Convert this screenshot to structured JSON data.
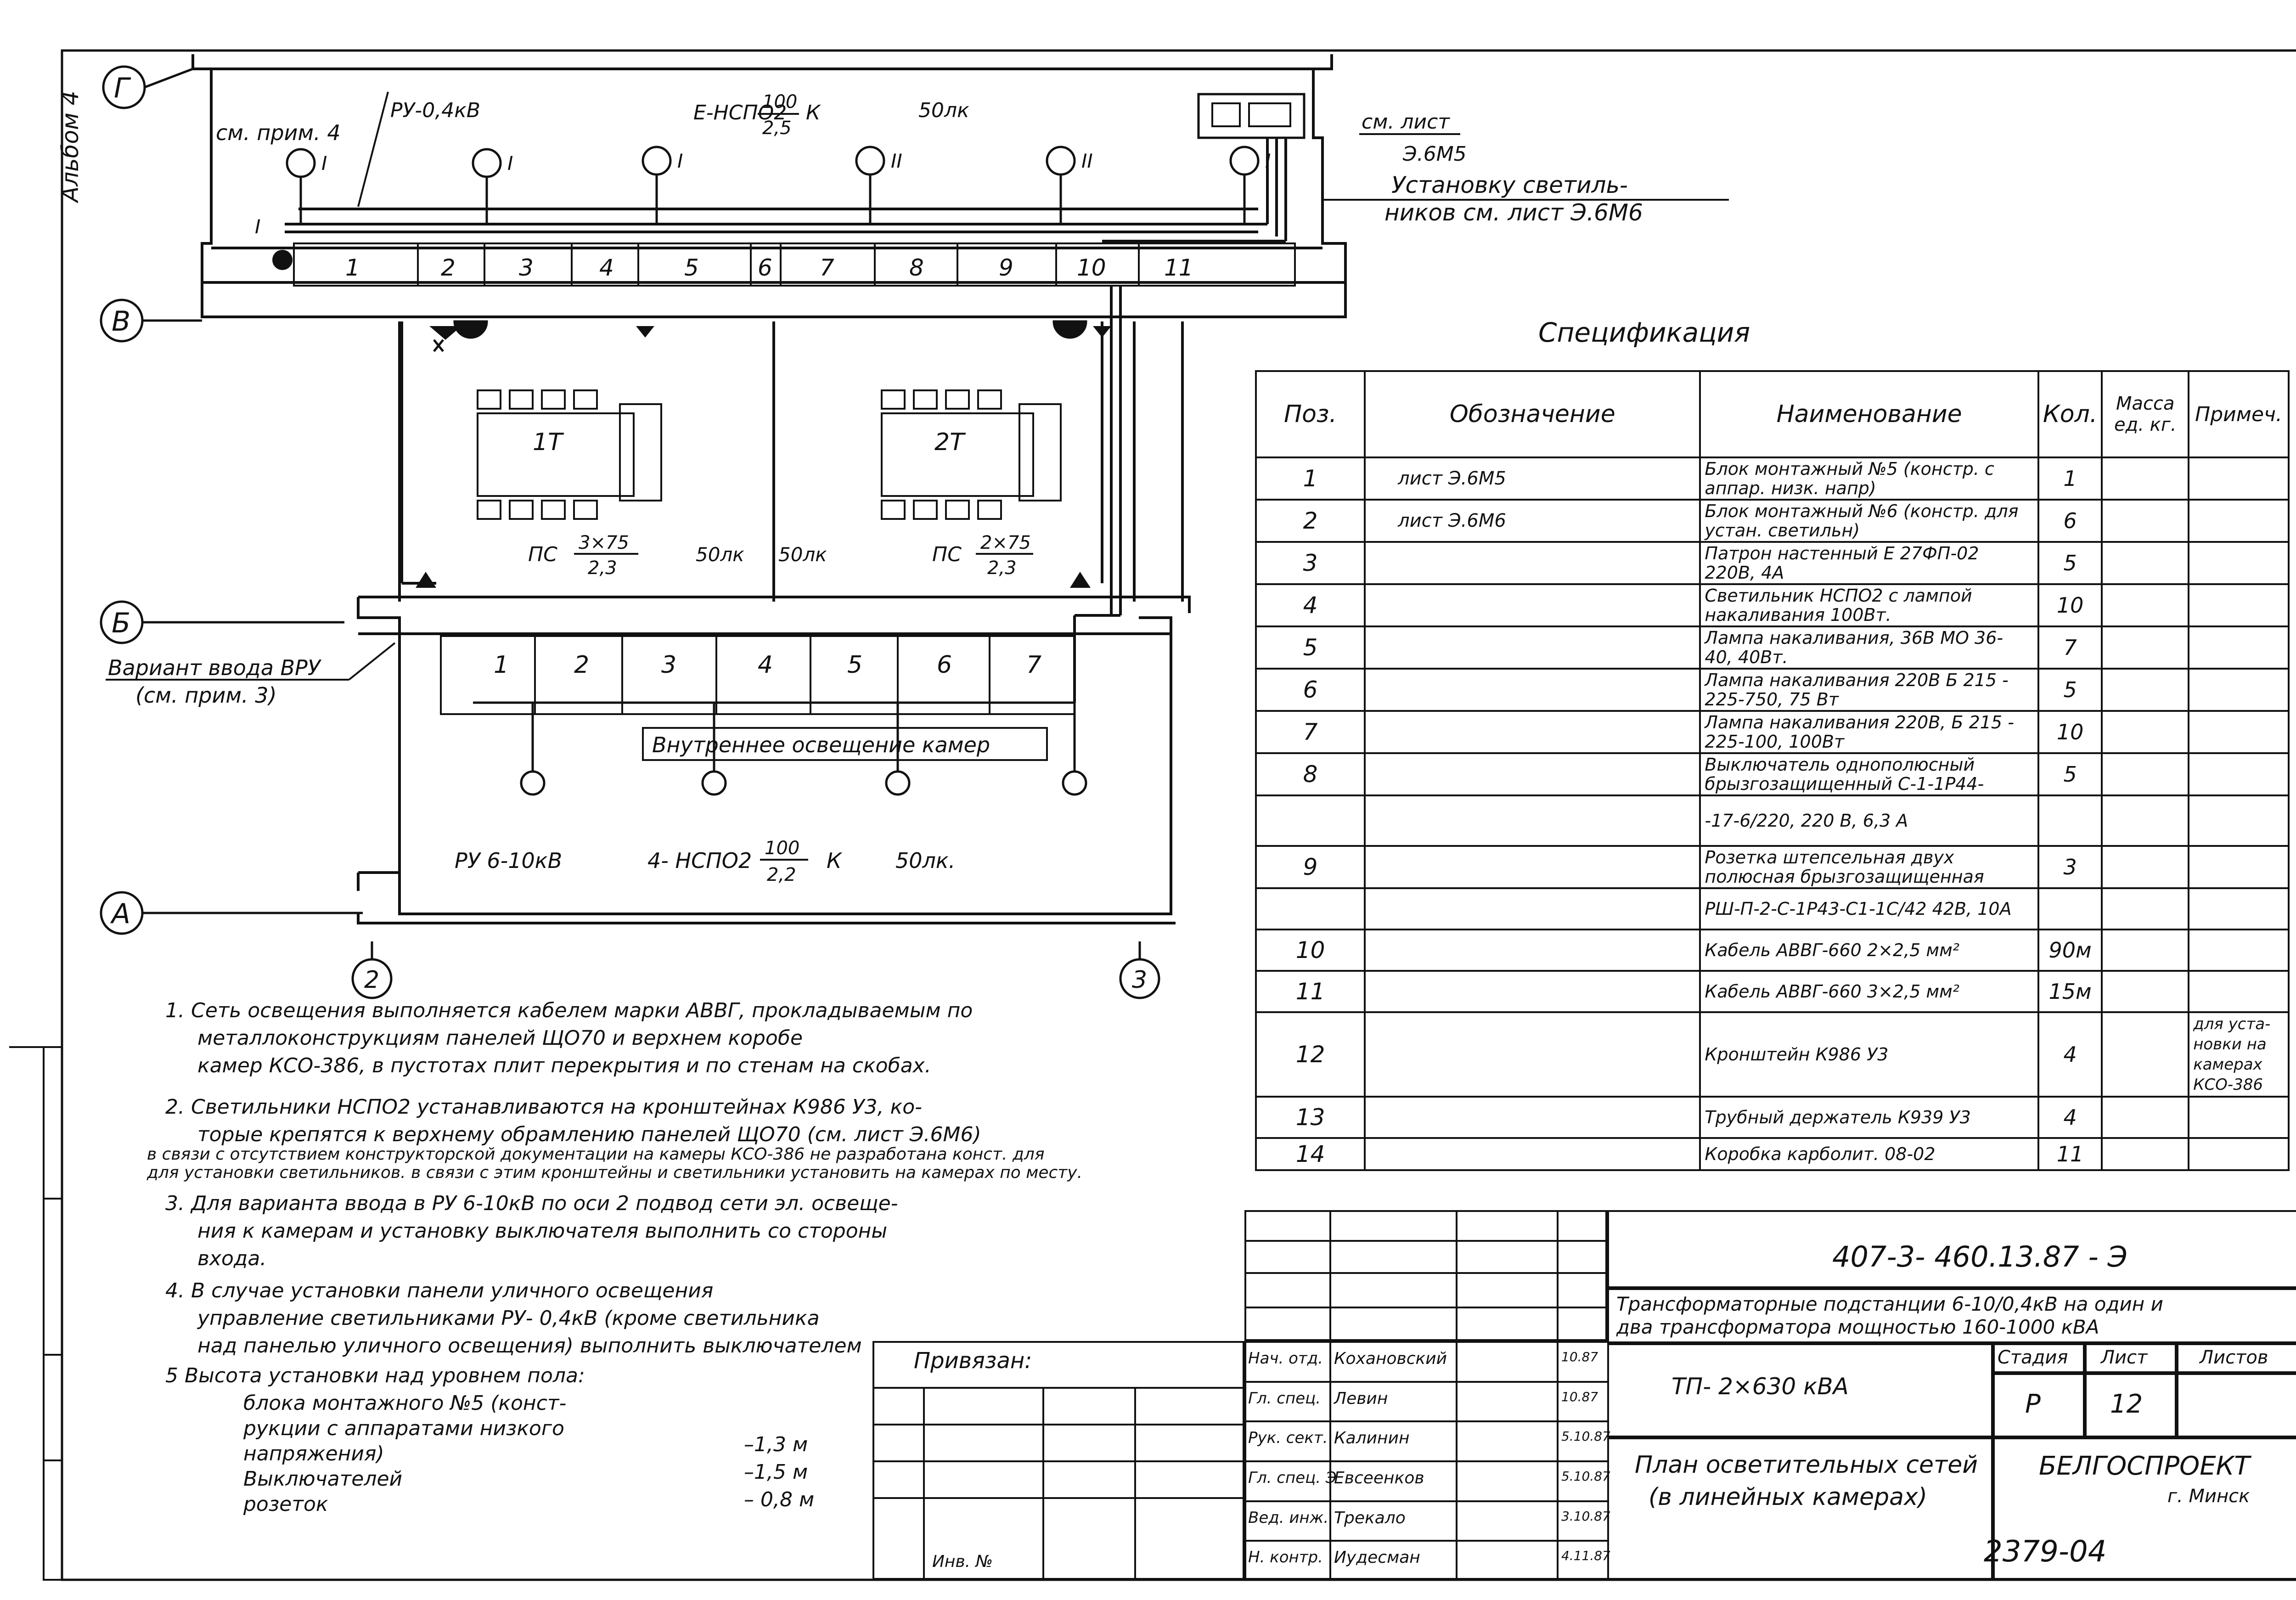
{
  "side_label": "Альбом 4",
  "plan": {
    "axes": {
      "g": "Г",
      "v": "В",
      "b": "Б",
      "a": "А",
      "c2": "2",
      "c3": "3"
    },
    "note_ref": "см. прим. 4",
    "ru_label": "РУ-0,4кВ",
    "fixture_formula": {
      "prefix": "Е-НСПО2",
      "num": "100",
      "den": "2,5",
      "suffix": "К"
    },
    "lux_top": "50лк",
    "sheet_ref_1": "см. лист",
    "sheet_ref_2": "Э.6М5",
    "mount_note_1": "Установку светиль-",
    "mount_note_2": "ников см. лист Э.6М6",
    "group_marks": [
      "I",
      "I",
      "I",
      "II",
      "II",
      "I",
      "I"
    ],
    "top_cells": [
      "1",
      "2",
      "3",
      "4",
      "5",
      "6",
      "7",
      "8",
      "9",
      "10",
      "11"
    ],
    "transformer_1": "1Т",
    "transformer_2": "2Т",
    "ps_left": {
      "prefix": "ПС",
      "num": "3×75",
      "den": "2,3"
    },
    "ps_right": {
      "prefix": "ПС",
      "num": "2×75",
      "den": "2,3"
    },
    "lux_mid_left": "50лк",
    "lux_mid_center": "50лк",
    "bottom_cells": [
      "1",
      "2",
      "3",
      "4",
      "5",
      "6",
      "7"
    ],
    "vru_variant_1": "Вариант ввода ВРУ",
    "vru_variant_2": "(см. прим. 3)",
    "inner_lighting": "Внутреннее освещение камер",
    "ru_bottom": "РУ 6-10кВ",
    "bottom_formula": {
      "prefix": "4- НСПО2",
      "num": "100",
      "den": "2,2",
      "suffix": "К"
    },
    "lux_bottom": "50лк."
  },
  "spec": {
    "title": "Спецификация",
    "headers": [
      "Поз.",
      "Обозначение",
      "Наименование",
      "Кол.",
      "Масса ед. кг.",
      "Примеч."
    ],
    "rows": [
      {
        "pos": "1",
        "ref": "лист Э.6М5",
        "name": "Блок монтажный №5 (констр. с аппар. низк. напр)",
        "qty": "1",
        "mass": "",
        "note": ""
      },
      {
        "pos": "2",
        "ref": "лист Э.6М6",
        "name": "Блок монтажный №6 (констр. для устан. светильн)",
        "qty": "6",
        "mass": "",
        "note": ""
      },
      {
        "pos": "3",
        "ref": "",
        "name": "Патрон настенный Е 27ФП-02 220В, 4А",
        "qty": "5",
        "mass": "",
        "note": ""
      },
      {
        "pos": "4",
        "ref": "",
        "name": "Светильник НСПО2 с лампой накаливания 100Вт.",
        "qty": "10",
        "mass": "",
        "note": ""
      },
      {
        "pos": "5",
        "ref": "",
        "name": "Лампа накаливания, 36В МО 36- 40, 40Вт.",
        "qty": "7",
        "mass": "",
        "note": ""
      },
      {
        "pos": "6",
        "ref": "",
        "name": "Лампа накаливания 220В Б 215 - 225-750, 75 Вт",
        "qty": "5",
        "mass": "",
        "note": ""
      },
      {
        "pos": "7",
        "ref": "",
        "name": "Лампа накаливания 220В, Б 215 - 225-100, 100Вт",
        "qty": "10",
        "mass": "",
        "note": ""
      },
      {
        "pos": "8",
        "ref": "",
        "name": "Выключатель однополюсный брызгозащищенный С-1-1Р44-",
        "qty": "5",
        "mass": "",
        "note": ""
      },
      {
        "pos": "",
        "ref": "",
        "name": "-17-6/220, 220 В, 6,3 А",
        "qty": "",
        "mass": "",
        "note": ""
      },
      {
        "pos": "9",
        "ref": "",
        "name": "Розетка штепсельная двух полюсная брызгозащищенная",
        "qty": "3",
        "mass": "",
        "note": ""
      },
      {
        "pos": "",
        "ref": "",
        "name": "РШ-П-2-С-1Р43-С1-1С/42 42В, 10А",
        "qty": "",
        "mass": "",
        "note": ""
      },
      {
        "pos": "10",
        "ref": "",
        "name": "Кабель АВВГ-660 2×2,5 мм²",
        "qty": "90м",
        "mass": "",
        "note": ""
      },
      {
        "pos": "11",
        "ref": "",
        "name": "Кабель АВВГ-660 3×2,5 мм²",
        "qty": "15м",
        "mass": "",
        "note": ""
      },
      {
        "pos": "12",
        "ref": "",
        "name": "Кронштейн К986 У3",
        "qty": "4",
        "mass": "",
        "note": "для уста-новки на камерах КСО-386"
      },
      {
        "pos": "13",
        "ref": "",
        "name": "Трубный держатель К939 У3",
        "qty": "4",
        "mass": "",
        "note": ""
      },
      {
        "pos": "14",
        "ref": "",
        "name": "Коробка карболит. 08-02",
        "qty": "11",
        "mass": "",
        "note": ""
      }
    ]
  },
  "notes": [
    "1. Сеть освещения выполняется кабелем марки АВВГ, прокладываемым по",
    "металлоконструкциям панелей ЩО70 и верхнем коробе",
    "камер КСО-386, в пустотах плит перекрытия и по стенам на скобах.",
    "2. Светильники НСПО2 устанавливаются на кронштейнах К986 У3, ко-",
    "торые крепятся к верхнему обрамлению панелей ЩО70 (см. лист Э.6М6)",
    "в связи с отсутствием конструкторской документации на камеры КСО-386 не разработана конст. для",
    "для установки светильников. в связи с этим кронштейны и светильники установить на камерах по месту.",
    "3. Для варианта ввода в РУ 6-10кВ по оси 2 подвод сети эл. освеще-",
    "ния к камерам и установку выключателя выполнить со стороны",
    "входа.",
    "4. В случае установки панели уличного освещения",
    "управление светильниками РУ- 0,4кВ (кроме светильника",
    "над панелью уличного освещения) выполнить выключателем",
    "5 Высота установки над уровнем пола:"
  ],
  "heights": [
    {
      "label": "блока монтажного №5 (конст-",
      "value": ""
    },
    {
      "label": "рукции с аппаратами низкого",
      "value": ""
    },
    {
      "label": "напряжения)",
      "value": "–1,3 м"
    },
    {
      "label": "Выключателей",
      "value": "–1,5 м"
    },
    {
      "label": "розеток",
      "value": "– 0,8 м"
    }
  ],
  "title_block": {
    "doc_code": "407-3- 460.13.87 - Э",
    "project_1": "Трансформаторные подстанции 6-10/0,4кВ на один и",
    "project_2": "два трансформатора мощностью 160-1000 кВА",
    "variant": "ТП- 2×630 кВА",
    "stage_h": "Стадия",
    "sheet_h": "Лист",
    "sheets_h": "Листов",
    "stage": "Р",
    "sheet": "12",
    "sheets": "",
    "drawing_title_1": "План осветительных сетей",
    "drawing_title_2": "(в линейных камерах)",
    "org": "БЕЛГОСПРОЕКТ",
    "city": "г. Минск",
    "linked": "Привязан:",
    "inv": "Инв. №",
    "sign_rows": [
      {
        "role": "Нач. отд.",
        "name": "Кохановский",
        "date": "10.87"
      },
      {
        "role": "Гл. спец.",
        "name": "Левин",
        "date": "10.87"
      },
      {
        "role": "Рук. сект.",
        "name": "Калинин",
        "date": "5.10.87"
      },
      {
        "role": "Гл. спец. Э",
        "name": "Евсеенков",
        "date": "5.10.87"
      },
      {
        "role": "Вед. инж.",
        "name": "Трекало",
        "date": "3.10.87"
      },
      {
        "role": "Н. контр.",
        "name": "Иудесман",
        "date": "4.11.87"
      }
    ]
  },
  "sheet_number": "2379-04"
}
